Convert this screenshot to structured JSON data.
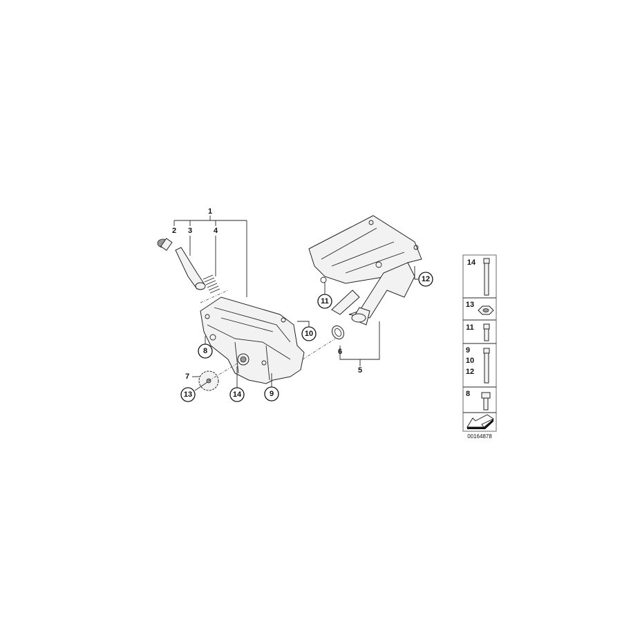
{
  "diagram": {
    "callouts": {
      "c1": "1",
      "c2": "2",
      "c3": "3",
      "c4": "4",
      "c5": "5",
      "c6": "6",
      "c7": "7",
      "c8": "8",
      "c9": "9",
      "c10": "10",
      "c11": "11",
      "c12": "12",
      "c13": "13",
      "c14": "14"
    },
    "legend": {
      "rows": [
        {
          "labels": [
            "14"
          ],
          "icon": "long-bolt-icon"
        },
        {
          "labels": [
            "13"
          ],
          "icon": "hex-nut-icon"
        },
        {
          "labels": [
            "11"
          ],
          "icon": "short-bolt-icon"
        },
        {
          "labels": [
            "9",
            "10",
            "12"
          ],
          "icon": "medium-bolt-icon"
        },
        {
          "labels": [
            "8"
          ],
          "icon": "flange-bolt-icon"
        }
      ],
      "arrow_icon": "direction-arrow-icon"
    },
    "diagram_code": "00164878"
  }
}
